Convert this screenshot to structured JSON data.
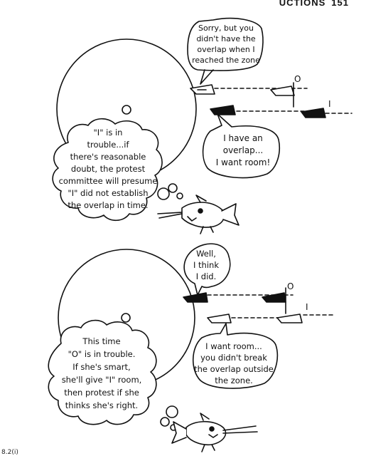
{
  "header": {
    "title": "UCTIONS",
    "page_number": "151"
  },
  "panel1": {
    "boat_o_label": "O",
    "boat_i_label": "I",
    "speech_o": "Sorry, but you\ndidn't have the\noverlap when I\nreached the zone",
    "speech_i": "I have an\noverlap...\nI want room!",
    "fish_thought": "\"I\" is in\ntrouble...if\nthere's reasonable\ndoubt, the protest\ncommittee will presume\n\"I\" did not establish\nthe overlap in time."
  },
  "panel2": {
    "boat_o_label": "O",
    "boat_i_label": "I",
    "speech_o": "Well,\nI think\nI did.",
    "speech_i": "I want room...\nyou didn't break\nthe overlap outside\nthe zone.",
    "fish_thought": "This time\n\"O\" is in trouble.\nIf she's smart,\nshe'll give \"I\" room,\nthen protest if she\nthinks she's right."
  },
  "footer": {
    "code": "8.2(i)"
  }
}
